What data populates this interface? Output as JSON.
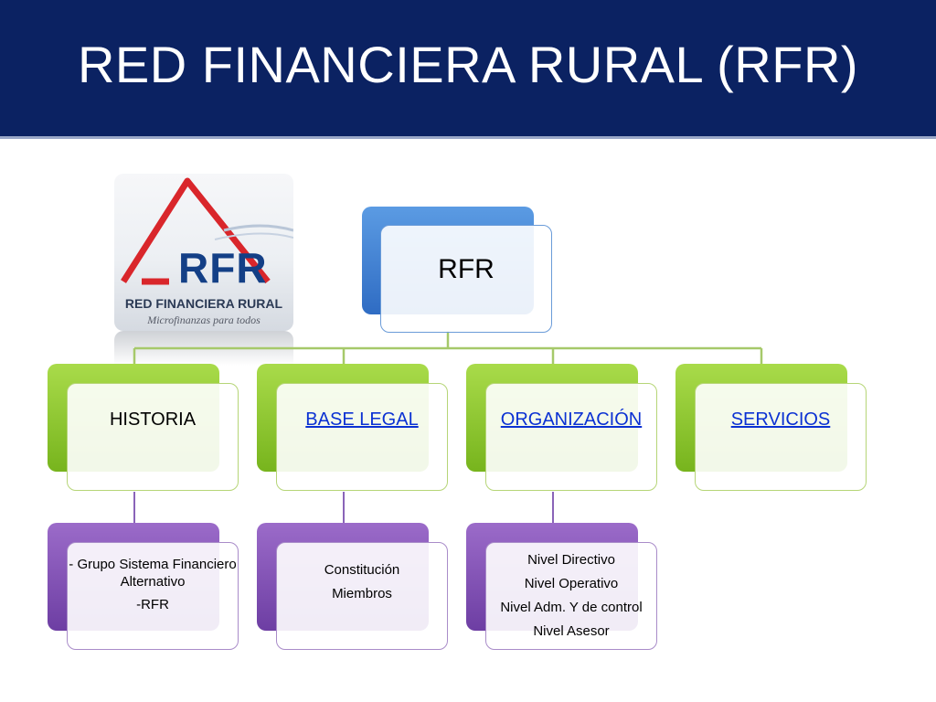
{
  "header": {
    "title": "RED FINANCIERA RURAL (RFR)"
  },
  "logo": {
    "initials": "RFR",
    "name": "RED FINANCIERA RURAL",
    "tagline": "Microfinanzas para todos"
  },
  "diagram": {
    "root": {
      "label": "RFR"
    },
    "branches": [
      {
        "label": "HISTORIA",
        "is_link": false,
        "details": [
          "- Grupo Sistema Financiero Alternativo",
          "-RFR"
        ]
      },
      {
        "label": "BASE LEGAL",
        "is_link": true,
        "details": [
          "Constitución",
          "Miembros"
        ]
      },
      {
        "label": "ORGANIZACIÓN",
        "is_link": true,
        "details": [
          "Nivel Directivo",
          "Nivel Operativo",
          "Nivel Adm. Y de control",
          "Nivel Asesor"
        ]
      },
      {
        "label": "SERVICIOS",
        "is_link": true,
        "details": []
      }
    ]
  },
  "colors": {
    "banner": "#0b2262",
    "root": "#2f6cc3",
    "level1": "#77b41d",
    "level2": "#6d3ea3",
    "link": "#0b31d3",
    "connector_green": "#a6c96a",
    "connector_purple": "#8a64b8"
  }
}
